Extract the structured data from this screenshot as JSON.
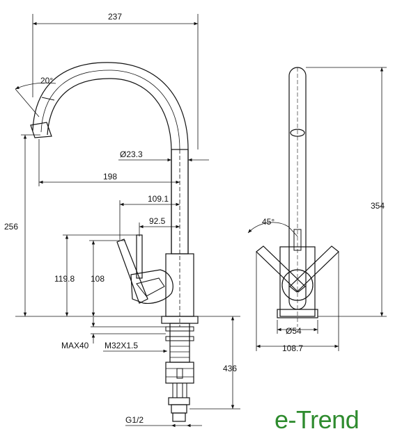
{
  "dimensions": {
    "overall_width": "237",
    "spout_angle": "20°",
    "tube_diameter": "Ø23.3",
    "spout_reach": "198",
    "handle_offset_1": "109.1",
    "handle_offset_2": "92.5",
    "overall_height": "256",
    "handle_height_1": "119.8",
    "handle_height_2": "108",
    "deck_thickness": "MAX40",
    "thread": "M32X1.5",
    "hose_length": "436",
    "connection": "G1/2",
    "handle_angle": "45°",
    "side_height": "354",
    "base_diameter": "Ø54",
    "side_width": "108.7"
  },
  "brand": {
    "name": "e-Trend",
    "color": "#2e8b2e"
  }
}
